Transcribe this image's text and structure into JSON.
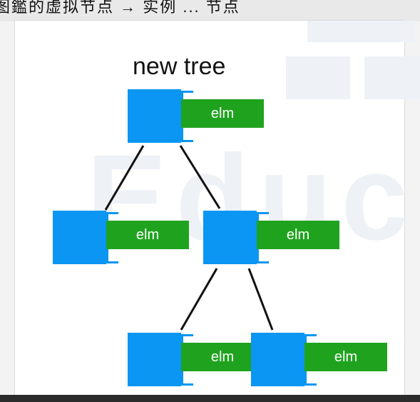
{
  "header": {
    "caption_fragment": "图鑑的虚拟节点 → 实例 ... 节点"
  },
  "diagram": {
    "title": "new tree",
    "node_label": "elm",
    "watermark": "Educ",
    "colors": {
      "vnode_blue": "#0a96f2",
      "elm_green": "#1fa31f",
      "edge": "#111111"
    },
    "nodes": [
      {
        "id": "root",
        "label": "elm"
      },
      {
        "id": "left",
        "label": "elm"
      },
      {
        "id": "right",
        "label": "elm"
      },
      {
        "id": "right-left",
        "label": "elm"
      },
      {
        "id": "right-right",
        "label": "elm"
      }
    ],
    "edges": [
      {
        "from": "root",
        "to": "left"
      },
      {
        "from": "root",
        "to": "right"
      },
      {
        "from": "right",
        "to": "right-left"
      },
      {
        "from": "right",
        "to": "right-right"
      }
    ]
  }
}
